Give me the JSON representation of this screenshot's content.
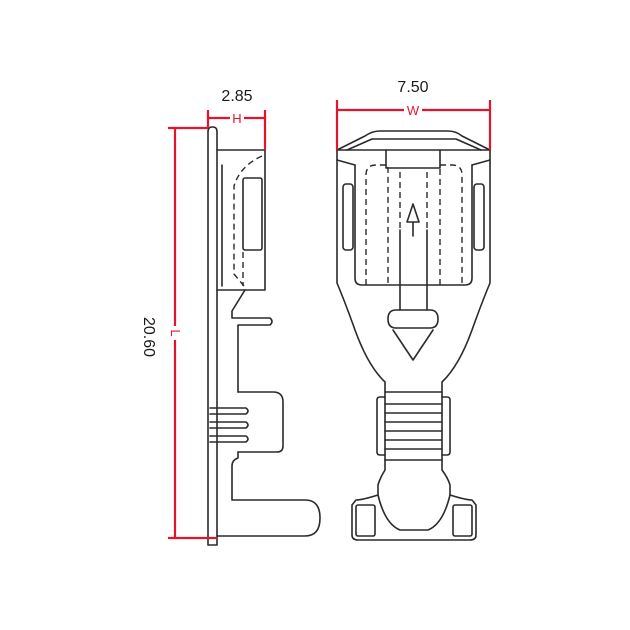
{
  "drawing": {
    "dimensions": {
      "h": {
        "value": "2.85",
        "symbol": "H"
      },
      "w": {
        "value": "7.50",
        "symbol": "W"
      },
      "l": {
        "value": "20.60",
        "symbol": "L"
      }
    }
  },
  "colors": {
    "dimension_line": "#e4142c",
    "outline": "#2a2a2a",
    "background": "#ffffff"
  }
}
